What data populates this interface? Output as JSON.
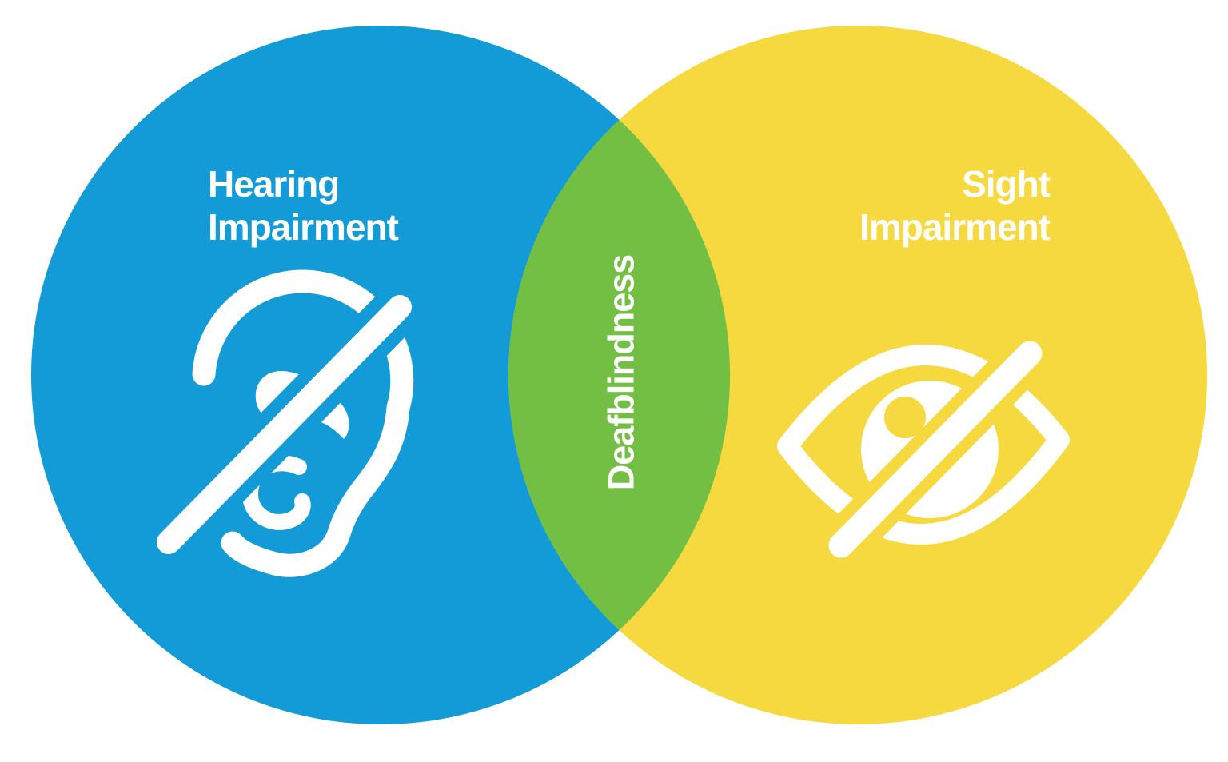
{
  "diagram": {
    "type": "venn",
    "left_circle": {
      "label": "Hearing\nImpairment",
      "label_lines": [
        "Hearing",
        "Impairment"
      ],
      "color": "#129BD7",
      "icon": "ear-slash-icon",
      "meaning": "Hearing Impairment"
    },
    "right_circle": {
      "label": "Sight\nImpairment",
      "label_lines": [
        "Sight",
        "Impairment"
      ],
      "color": "#F5D93E",
      "icon": "eye-slash-icon",
      "meaning": "Sight Impairment"
    },
    "overlap": {
      "label": "Deafblindness",
      "color": "#72BF44",
      "meaning": "Deafblindness (intersection of hearing and sight impairment)"
    },
    "text_color": "#FFFFFF",
    "background_color": "#FFFFFF"
  }
}
